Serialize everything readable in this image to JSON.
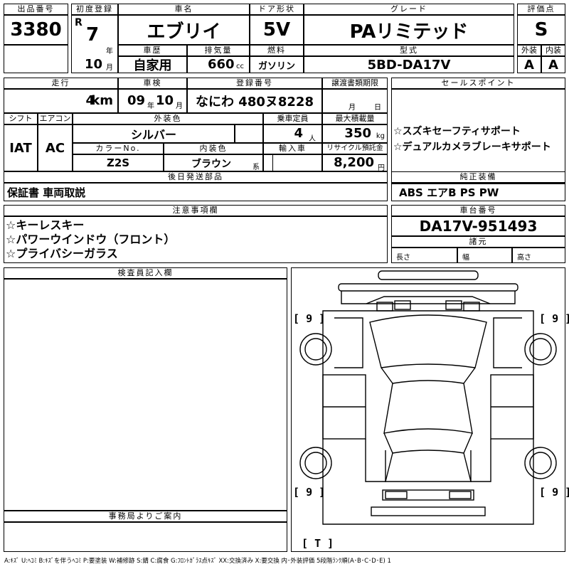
{
  "lot": {
    "label": "出品番号",
    "value": "3380"
  },
  "first_reg": {
    "label": "初度登録",
    "era": "R",
    "year": "7",
    "year_unit": "年",
    "month": "10",
    "month_unit": "月"
  },
  "car_name": {
    "label": "車名",
    "value": "エブリイ"
  },
  "door": {
    "label": "ドア形状",
    "value": "5V"
  },
  "grade": {
    "label": "グレード",
    "value": "PAリミテッド"
  },
  "score": {
    "label": "評価点",
    "value": "S",
    "ext_label": "外装",
    "ext": "A",
    "int_label": "内装",
    "int": "A"
  },
  "history": {
    "label": "車歴",
    "value": "自家用"
  },
  "displacement": {
    "label": "排気量",
    "value": "660",
    "unit": "cc"
  },
  "fuel": {
    "label": "燃料",
    "value": "ガソリン"
  },
  "model": {
    "label": "型式",
    "value": "5BD-DA17V"
  },
  "mileage": {
    "label": "走行",
    "value": "4",
    "unit": "km"
  },
  "inspection": {
    "label": "車検",
    "year": "09",
    "year_unit": "年",
    "month": "10",
    "month_unit": "月"
  },
  "plate": {
    "label": "登録番号",
    "value": "なにわ 480ヌ8228"
  },
  "transfer": {
    "label": "譲渡書類期限",
    "month_unit": "月",
    "day_unit": "日"
  },
  "sales_point": {
    "label": "セールスポイント",
    "lines": [
      "☆スズキセーフティサポート",
      "☆デュアルカメラブレーキサポート"
    ]
  },
  "shift": {
    "label": "シフト",
    "value": "IAT"
  },
  "aircon": {
    "label": "エアコン",
    "value": "AC"
  },
  "exterior_color": {
    "label": "外装色",
    "value": "シルバー"
  },
  "capacity": {
    "label": "乗車定員",
    "value": "4",
    "unit": "人"
  },
  "max_load": {
    "label": "最大積載量",
    "value": "350",
    "unit": "kg"
  },
  "color_no": {
    "label": "カラーNo.",
    "value": "Z2S"
  },
  "interior_color": {
    "label": "内装色",
    "value": "ブラウン",
    "unit": "系"
  },
  "import": {
    "label": "輸入車"
  },
  "recycle": {
    "label": "リサイクル預託金",
    "value": "8,200",
    "unit": "円"
  },
  "later_parts": {
    "label": "後日発送部品",
    "value": "保証書 車両取説"
  },
  "genuine": {
    "label": "純正装備",
    "value": "ABS エアB PS PW"
  },
  "notes": {
    "label": "注意事項欄",
    "lines": [
      "☆キーレスキー",
      "☆パワーウインドウ（フロント）",
      "☆プライバシーガラス"
    ]
  },
  "chassis": {
    "label": "車台番号",
    "value": "DA17V-951493"
  },
  "specs": {
    "label": "諸元",
    "length": "長さ",
    "width": "幅",
    "height": "高さ"
  },
  "inspector": {
    "label": "検査員記入欄"
  },
  "office": {
    "label": "事務局よりご案内"
  },
  "diagram": {
    "fl": "9",
    "fr": "9",
    "rl": "9",
    "rr": "9",
    "spare": "T"
  },
  "legend": "A:ｷｽﾞ U:ﾍｺﾐ B:ｷｽﾞを伴うﾍｺﾐ P:要塗装 W:補修跡 S:錆 C:腐食 G:ﾌﾛﾝﾄｶﾞﾗｽ点ｷｽﾞ XX:交換済み X:要交換 内･外装評価 5段階ﾗﾝｸ順(A･B･C･D･E) 1"
}
